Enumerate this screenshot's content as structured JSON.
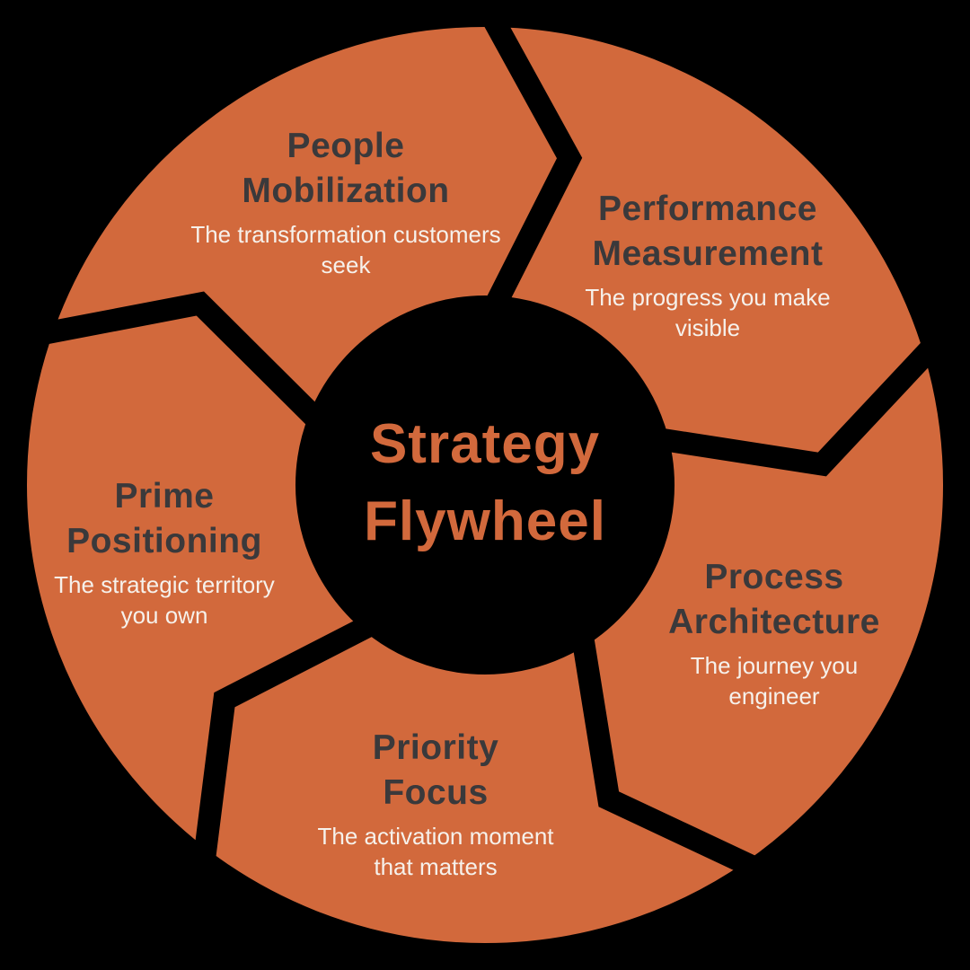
{
  "diagram": {
    "title_lines": [
      "Strategy",
      "Flywheel"
    ],
    "colors": {
      "segment": "#d2693c",
      "heading": "#3a393b",
      "subtitle": "#f6f1eb",
      "background": "#000000",
      "center_title": "#d2693c"
    },
    "segments": [
      {
        "id": "people-mobilization",
        "heading_lines": [
          "People",
          "Mobilization"
        ],
        "subtitle_lines": [
          "The transformation customers",
          "seek"
        ]
      },
      {
        "id": "performance-measurement",
        "heading_lines": [
          "Performance",
          "Measurement"
        ],
        "subtitle_lines": [
          "The progress you make",
          "visible"
        ]
      },
      {
        "id": "process-architecture",
        "heading_lines": [
          "Process",
          "Architecture"
        ],
        "subtitle_lines": [
          "The journey you",
          "engineer"
        ]
      },
      {
        "id": "priority-focus",
        "heading_lines": [
          "Priority",
          "Focus"
        ],
        "subtitle_lines": [
          "The activation moment",
          "that matters"
        ]
      },
      {
        "id": "prime-positioning",
        "heading_lines": [
          "Prime",
          "Positioning"
        ],
        "subtitle_lines": [
          "The strategic territory",
          "you own"
        ]
      }
    ]
  }
}
